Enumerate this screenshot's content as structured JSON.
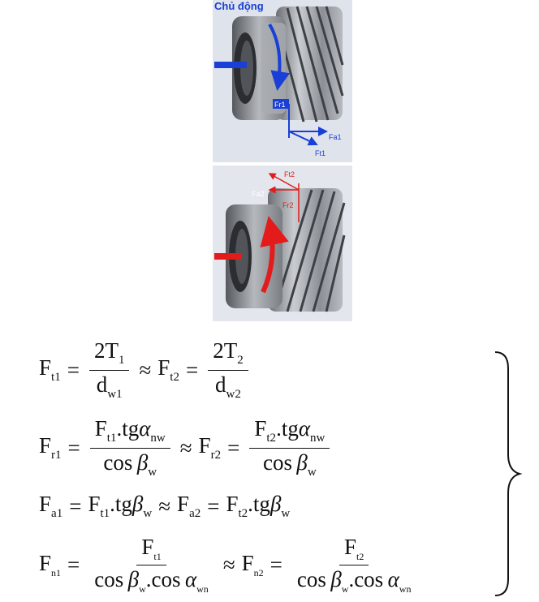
{
  "figure": {
    "top_label": "Chủ động",
    "top_gear_forces": {
      "radial": "Fr1",
      "axial": "Fa1",
      "tangential": "Ft1"
    },
    "bottom_gear_forces": {
      "tangential": "Ft2",
      "axial": "Fa2",
      "radial": "Fr2"
    },
    "colors": {
      "driving": "#1a3fd6",
      "driven": "#e31b1b",
      "background": "#dfe3eb"
    }
  },
  "formulas": {
    "eq1": {
      "lhs_sym": "F",
      "lhs_sub": "t1",
      "n1": "2T",
      "n1_sub": "1",
      "d1": "d",
      "d1_sub": "w1",
      "approx": "≈",
      "rhs_sym": "F",
      "rhs_sub": "t2",
      "n2": "2T",
      "n2_sub": "2",
      "d2": "d",
      "d2_sub": "w2",
      "eq": "="
    },
    "eq2": {
      "lhs_sym": "F",
      "lhs_sub": "r1",
      "n1": "F",
      "n1_sub": "t1",
      "n1_rest": ".tg",
      "alpha": "α",
      "alpha_sub": "nw",
      "den": "cos",
      "beta": "β",
      "beta_sub": "w",
      "approx": "≈",
      "rhs_sym": "F",
      "rhs_sub": "r2",
      "n2": "F",
      "n2_sub": "t2",
      "eq": "="
    },
    "eq3": {
      "lhs_sym": "F",
      "lhs_sub": "a1",
      "t1": "F",
      "t1_sub": "t1",
      "tg": ".tg",
      "beta": "β",
      "beta_sub": "w",
      "approx": "≈",
      "rhs_sym": "F",
      "rhs_sub": "a2",
      "t2": "F",
      "t2_sub": "t2",
      "eq": "="
    },
    "eq4": {
      "lhs_sym": "F",
      "lhs_sub": "n1",
      "n1": "F",
      "n1_sub": "t1",
      "cos": "cos",
      "beta": "β",
      "beta_sub": "w",
      "dot": ".",
      "alpha": "α",
      "alpha_sub": "wn",
      "approx": "≈",
      "rhs_sym": "F",
      "rhs_sub": "n2",
      "n2": "F",
      "n2_sub": "t2",
      "eq": "="
    }
  }
}
